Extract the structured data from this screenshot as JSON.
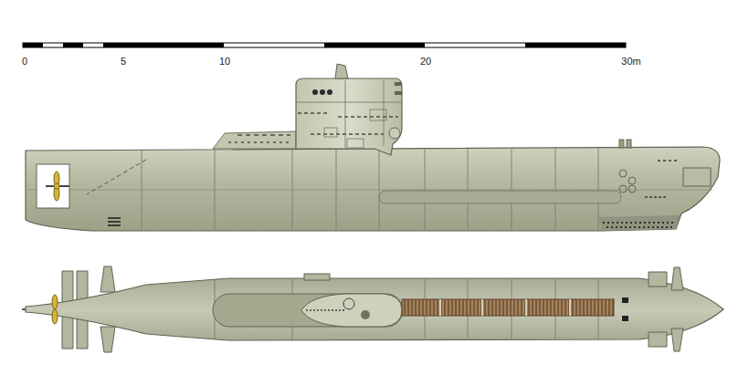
{
  "diagram": {
    "labels": [
      "0",
      "5",
      "10",
      "20",
      "30m"
    ]
  }
}
